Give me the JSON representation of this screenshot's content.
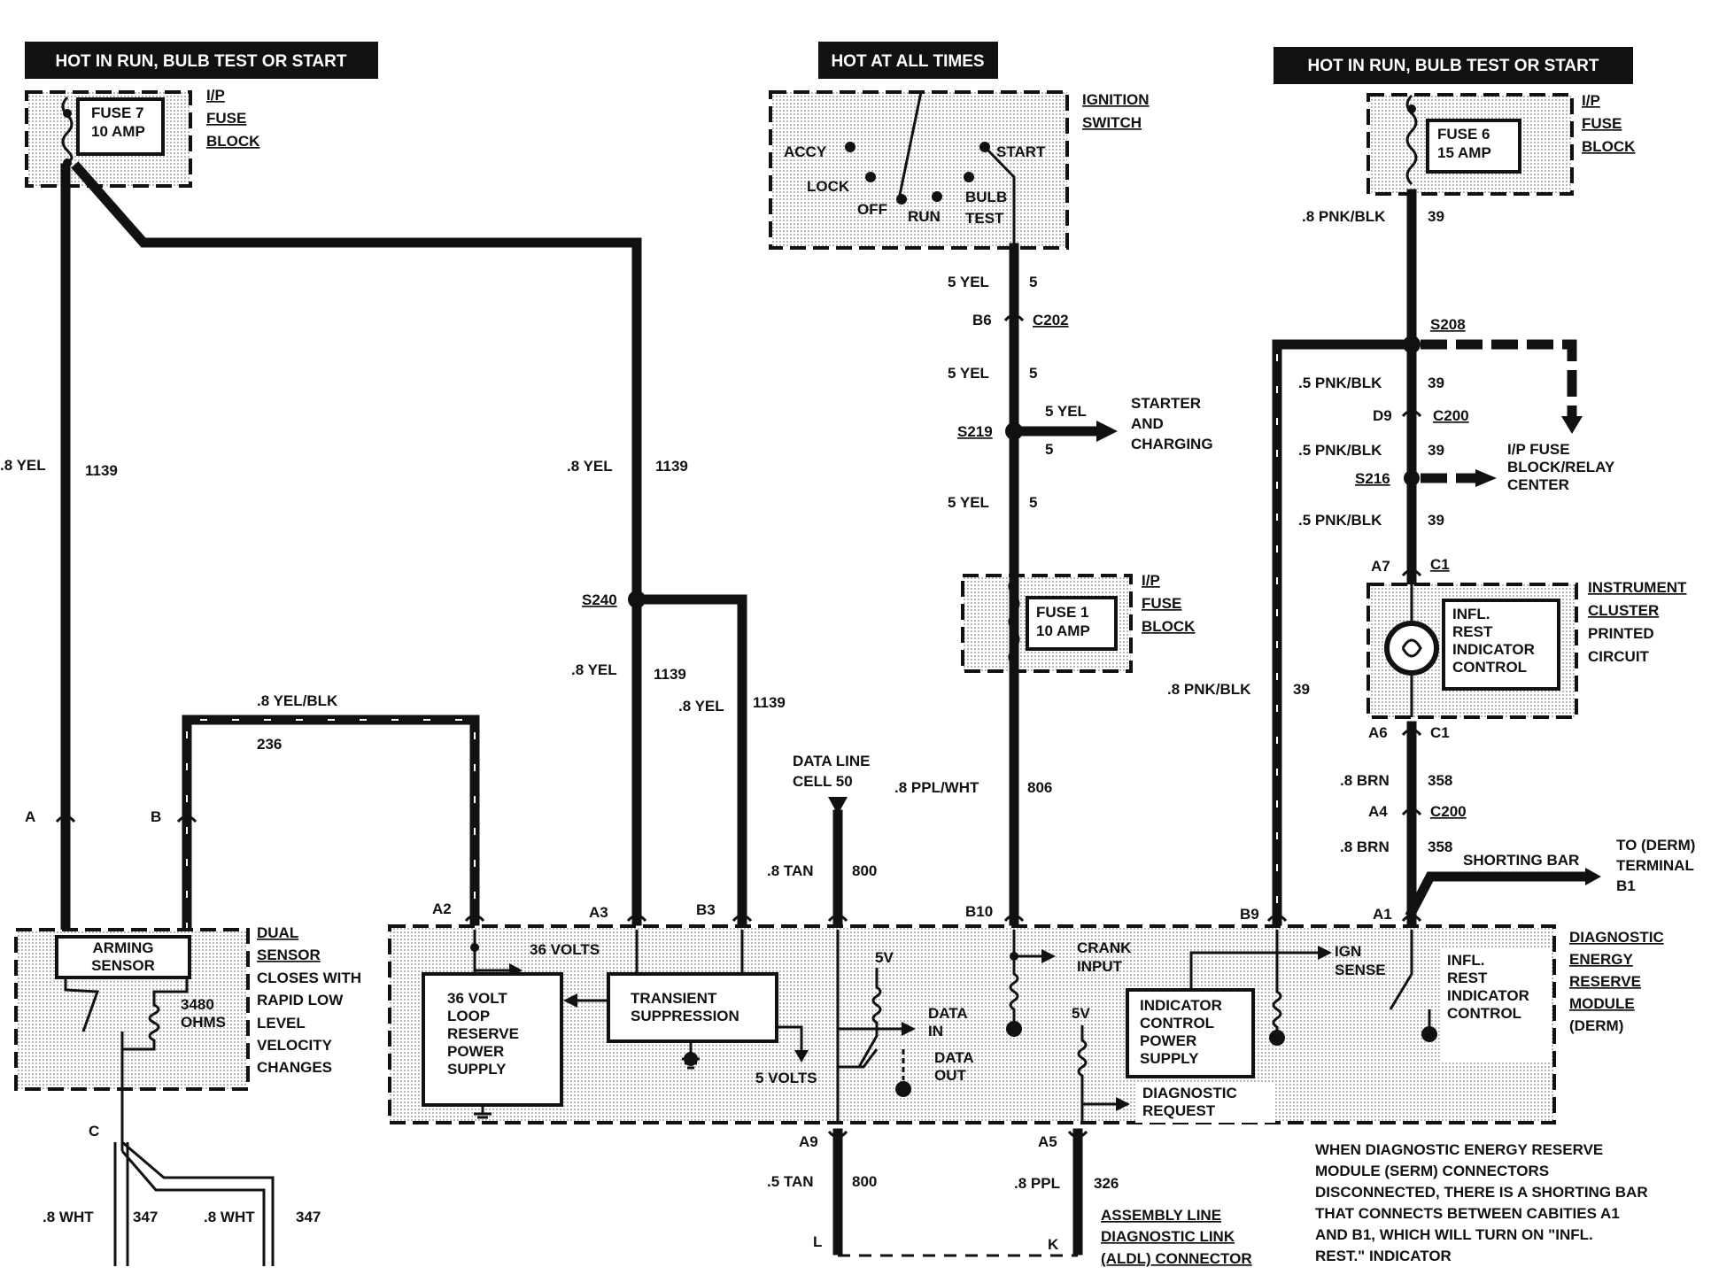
{
  "headers": {
    "left": "HOT IN RUN, BULB TEST OR START",
    "center": "HOT AT ALL TIMES",
    "right": "HOT IN RUN, BULB TEST OR START"
  },
  "fuse7": {
    "name": "FUSE 7",
    "amp": "10 AMP",
    "block": [
      "I/P",
      "FUSE",
      "BLOCK"
    ]
  },
  "fuse6": {
    "name": "FUSE 6",
    "amp": "15 AMP",
    "block": [
      "I/P",
      "FUSE",
      "BLOCK"
    ]
  },
  "fuse1": {
    "name": "FUSE 1",
    "amp": "10 AMP",
    "block": [
      "I/P",
      "FUSE",
      "BLOCK"
    ]
  },
  "ignition": {
    "title": [
      "IGNITION",
      "SWITCH"
    ],
    "positions": {
      "accy": "ACCY",
      "lock": "LOCK",
      "off": "OFF",
      "run": "RUN",
      "bulb": "BULB",
      "test": "TEST",
      "start": "START"
    }
  },
  "wires": {
    "w1": ".8 YEL",
    "c1": "1139",
    "w2": ".8 YEL",
    "c2": "1139",
    "w3": ".8 YEL",
    "c3": "1139",
    "w4": ".8 YEL",
    "c4": "1139",
    "w5": ".8 YEL/BLK",
    "c5": "236",
    "w6": "5 YEL",
    "c6": "5",
    "w7": "5 YEL",
    "c7": "5",
    "w8": "5 YEL",
    "c8": "5",
    "w9": "5 YEL",
    "c9": "5",
    "w10": ".8 PPL/WHT",
    "c10": "806",
    "w11": ".8 TAN",
    "c11": "800",
    "w12": ".5 TAN",
    "c12": "800",
    "w13": ".8 PPL",
    "c13": "326",
    "w14": ".8 PNK/BLK",
    "c14": "39",
    "w15": ".5 PNK/BLK",
    "c15": "39",
    "w16": ".5 PNK/BLK",
    "c16": "39",
    "w17": ".5 PNK/BLK",
    "c17": "39",
    "w18": ".8 PNK/BLK",
    "c18": "39",
    "w19": ".8 BRN",
    "c19": "358",
    "w20": ".8 BRN",
    "c20": "358",
    "w21": ".8 WHT",
    "c21": "347",
    "w22": ".8 WHT",
    "c22": "347"
  },
  "splices": {
    "s240": "S240",
    "s219": "S219",
    "s208": "S208",
    "s216": "S216"
  },
  "connectors": {
    "b6": "B6",
    "c202": "C202",
    "d9": "D9",
    "c200a": "C200",
    "a7": "A7",
    "c1a": "C1",
    "a6": "A6",
    "c1b": "C1",
    "a4": "A4",
    "c200b": "C200",
    "a": "A",
    "b": "B",
    "c": "C",
    "a2": "A2",
    "a3": "A3",
    "b3": "B3",
    "b10": "B10",
    "b9": "B9",
    "a1": "A1",
    "a9": "A9",
    "a5": "A5",
    "l": "L",
    "k": "K"
  },
  "destinations": {
    "starter": [
      "STARTER",
      "AND",
      "CHARGING"
    ],
    "relay": [
      "I/P FUSE",
      "BLOCK/RELAY",
      "CENTER"
    ],
    "dataline": [
      "DATA LINE",
      "CELL 50"
    ],
    "derm_term": [
      "TO (DERM)",
      "TERMINAL",
      "B1"
    ],
    "shorting_bar": "SHORTING BAR"
  },
  "cluster": {
    "title": [
      "INSTRUMENT",
      "CLUSTER",
      "PRINTED",
      "CIRCUIT"
    ],
    "inner": [
      "INFL.",
      "REST",
      "INDICATOR",
      "CONTROL"
    ]
  },
  "sensor": {
    "inner": [
      "ARMING",
      "SENSOR"
    ],
    "ohms": [
      "3480",
      "OHMS"
    ],
    "title": [
      "DUAL",
      "SENSOR"
    ],
    "desc": [
      "CLOSES WITH",
      "RAPID LOW",
      "LEVEL",
      "VELOCITY",
      "CHANGES"
    ]
  },
  "derm": {
    "title": [
      "DIAGNOSTIC",
      "ENERGY",
      "RESERVE",
      "MODULE",
      "(DERM)"
    ],
    "v36": "36 VOLTS",
    "loop": [
      "36 VOLT",
      "LOOP",
      "RESERVE",
      "POWER",
      "SUPPLY"
    ],
    "transient": [
      "TRANSIENT",
      "SUPPRESSION"
    ],
    "v5": "5 VOLTS",
    "five_v_a": "5V",
    "five_v_b": "5V",
    "data_in": [
      "DATA",
      "IN"
    ],
    "data_out": [
      "DATA",
      "OUT"
    ],
    "crank": [
      "CRANK",
      "INPUT"
    ],
    "ind_power": [
      "INDICATOR",
      "CONTROL",
      "POWER",
      "SUPPLY"
    ],
    "diag_req": [
      "DIAGNOSTIC",
      "REQUEST"
    ],
    "ign": [
      "IGN",
      "SENSE"
    ],
    "infl": [
      "INFL.",
      "REST",
      "INDICATOR",
      "CONTROL"
    ]
  },
  "aldl": [
    "ASSEMBLY LINE",
    "DIAGNOSTIC LINK",
    "(ALDL) CONNECTOR"
  ],
  "note": [
    "WHEN DIAGNOSTIC ENERGY RESERVE",
    "MODULE (SERM) CONNECTORS",
    "DISCONNECTED, THERE IS A SHORTING BAR",
    "THAT CONNECTS BETWEEN CABITIES A1",
    "AND B1, WHICH WILL TURN ON \"INFL.",
    "REST.\" INDICATOR"
  ]
}
